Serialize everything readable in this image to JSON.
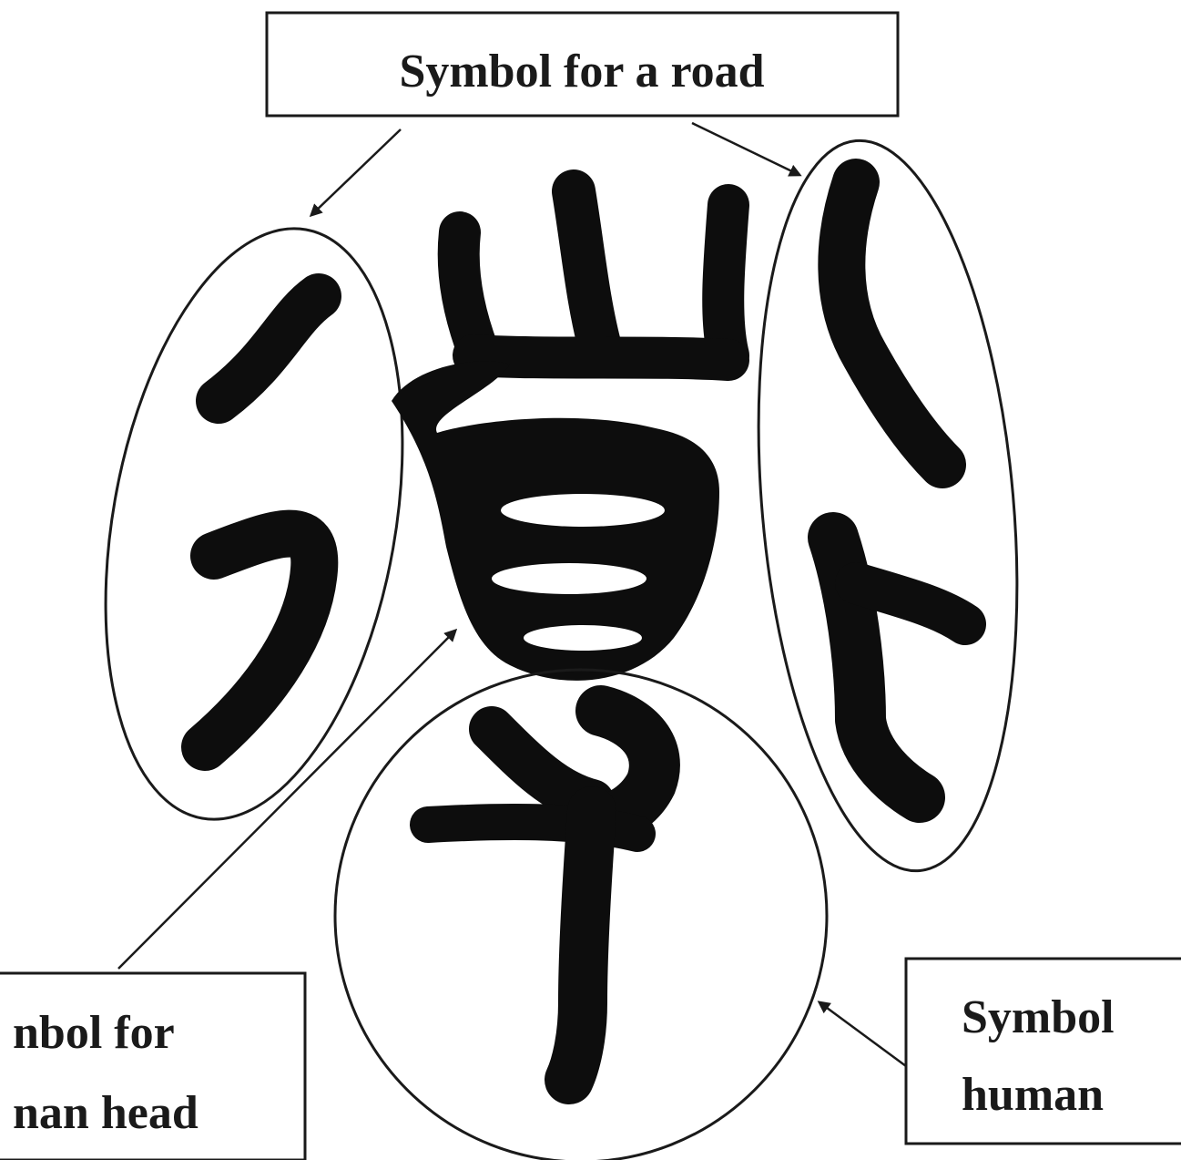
{
  "labels": {
    "top": "Symbol for a road",
    "bottom_left_line1": "nbol for",
    "bottom_left_line2": "nan head",
    "bottom_right_line1": "Symbol",
    "bottom_right_line2": "human"
  },
  "colors": {
    "ink": "#0d0d0d",
    "outline": "#1a1a1a",
    "background": "#ffffff"
  }
}
